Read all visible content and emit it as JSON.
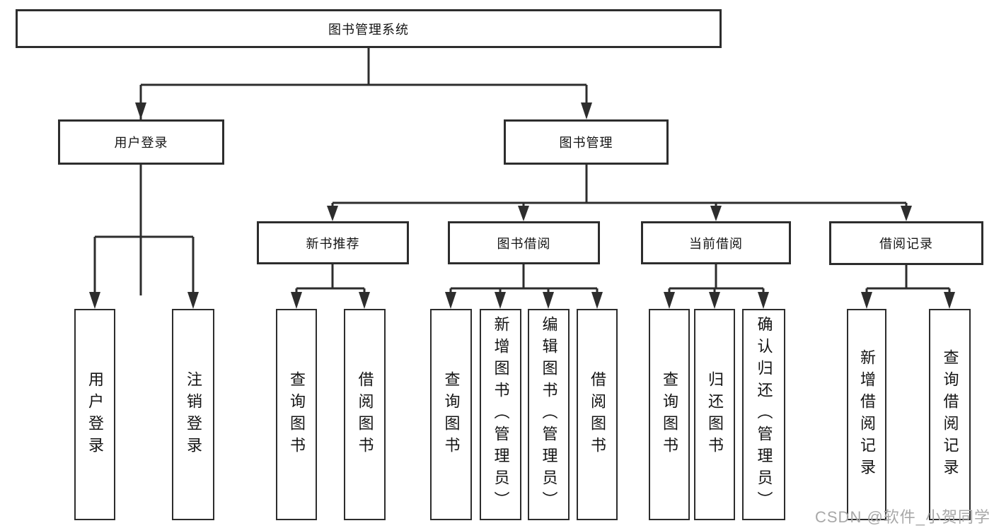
{
  "diagram": {
    "root": {
      "label": "图书管理系统"
    },
    "branches": [
      {
        "label": "用户登录",
        "children": [
          {
            "label": "用户登录"
          },
          {
            "label": "注销登录"
          }
        ]
      },
      {
        "label": "图书管理",
        "children": [
          {
            "label": "新书推荐",
            "children": [
              {
                "label": "查询图书"
              },
              {
                "label": "借阅图书"
              }
            ]
          },
          {
            "label": "图书借阅",
            "children": [
              {
                "label": "查询图书"
              },
              {
                "label": "新增图书（管理员）"
              },
              {
                "label": "编辑图书（管理员）"
              },
              {
                "label": "借阅图书"
              }
            ]
          },
          {
            "label": "当前借阅",
            "children": [
              {
                "label": "查询图书"
              },
              {
                "label": "归还图书"
              },
              {
                "label": "确认归还（管理员）"
              }
            ]
          },
          {
            "label": "借阅记录",
            "children": [
              {
                "label": "新增借阅记录"
              },
              {
                "label": "查询借阅记录"
              }
            ]
          }
        ]
      }
    ]
  },
  "watermark": {
    "text": "CSDN @软件_小贺同学",
    "color": "#a8a8a8"
  },
  "colors": {
    "line": "#2d2d2d",
    "box_border": "#2d2d2d",
    "box_fill": "#ffffff",
    "text": "#141414",
    "background": "#ffffff"
  }
}
